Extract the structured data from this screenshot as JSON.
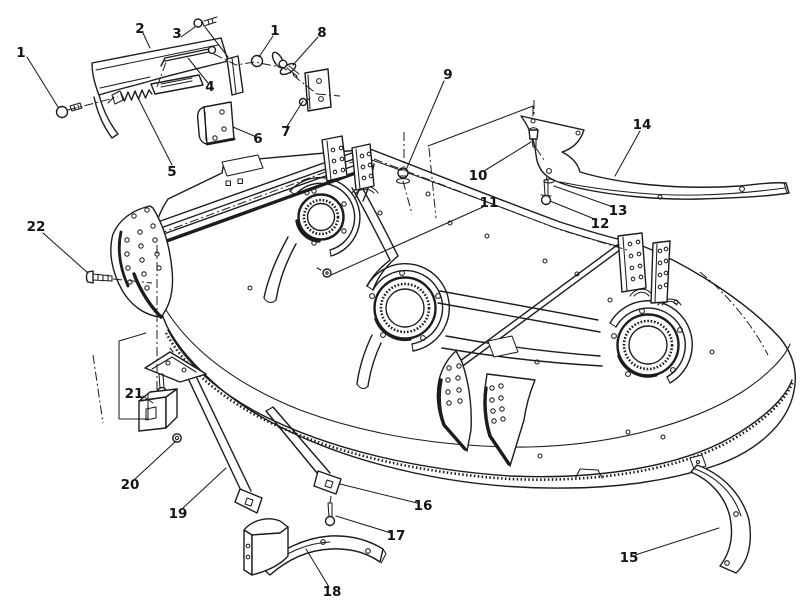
{
  "figure": {
    "kind": "exploded-parts-diagram",
    "description": "Black-and-white exploded view technical illustration of a riding mower cutting deck assembly with numbered callouts",
    "background_color": "#ffffff",
    "ink_color": "#1c1c1c"
  },
  "callouts": [
    {
      "label": "1"
    },
    {
      "label": "2"
    },
    {
      "label": "3"
    },
    {
      "label": "1"
    },
    {
      "label": "8"
    },
    {
      "label": "4"
    },
    {
      "label": "5"
    },
    {
      "label": "6"
    },
    {
      "label": "7"
    },
    {
      "label": "9"
    },
    {
      "label": "10"
    },
    {
      "label": "11"
    },
    {
      "label": "12"
    },
    {
      "label": "13"
    },
    {
      "label": "14"
    },
    {
      "label": "15"
    },
    {
      "label": "16"
    },
    {
      "label": "17"
    },
    {
      "label": "18"
    },
    {
      "label": "19"
    },
    {
      "label": "20"
    },
    {
      "label": "21"
    },
    {
      "label": "22"
    }
  ]
}
